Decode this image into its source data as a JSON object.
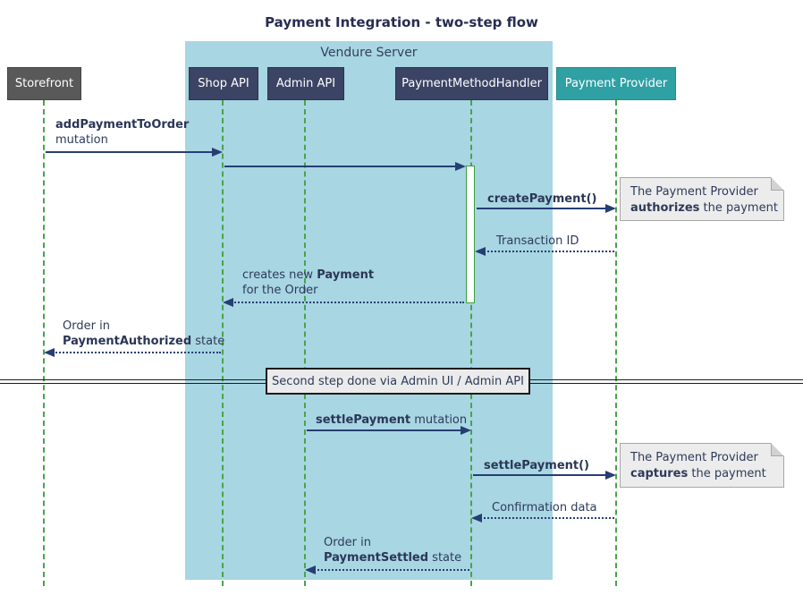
{
  "title": "Payment Integration - two-step flow",
  "container": {
    "label": "Vendure Server"
  },
  "participants": [
    {
      "name": "Storefront"
    },
    {
      "name": "Shop API"
    },
    {
      "name": "Admin API"
    },
    {
      "name": "PaymentMethodHandler"
    },
    {
      "name": "Payment Provider"
    }
  ],
  "messages": {
    "m1": {
      "line1_bold": "addPaymentToOrder",
      "line2": "mutation"
    },
    "m3": {
      "label_bold": "createPayment()"
    },
    "m4": {
      "label": "Transaction ID"
    },
    "m5": {
      "line1": "creates new ",
      "line1_bold": "Payment",
      "line2": "for the Order"
    },
    "m6": {
      "line1": "Order in",
      "line2_bold": "PaymentAuthorized",
      "line2_rest": " state"
    },
    "m8": {
      "label_bold": "settlePayment",
      "label_rest": " mutation"
    },
    "m9": {
      "label_bold": "settlePayment()"
    },
    "m10": {
      "label": "Confirmation data"
    },
    "m11": {
      "line1": "Order in",
      "line2_bold": "PaymentSettled",
      "line2_rest": " state"
    }
  },
  "divider": {
    "label": "Second step done via Admin UI / Admin API"
  },
  "notes": {
    "n1": {
      "line1": "The Payment Provider",
      "line2_bold": "authorizes",
      "line2_rest": " the payment"
    },
    "n2": {
      "line1": "The Payment Provider",
      "line2_bold": "captures",
      "line2_rest": " the payment"
    }
  },
  "colors": {
    "server_container": "#a8d6e3",
    "participant": "#3b4464",
    "storefront": "#595959",
    "payment_provider": "#2fa0a4",
    "arrow": "#263e72",
    "lifeline": "#4aa34a",
    "note_background": "#ececec"
  }
}
